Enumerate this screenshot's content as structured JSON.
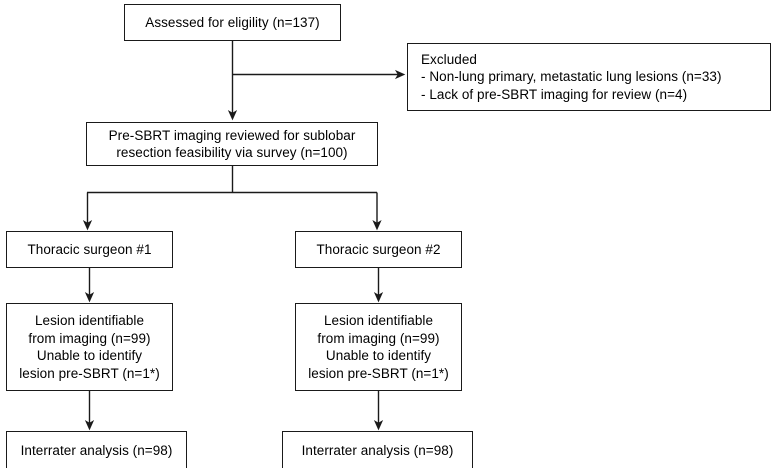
{
  "diagram": {
    "type": "flowchart",
    "orientation": "top-down",
    "stroke_color": "#1a1a1a",
    "text_color": "#000000",
    "background_color": "#ffffff"
  },
  "nodes": {
    "assessed": {
      "lines": [
        "Assessed for eligility (n=137)"
      ]
    },
    "excluded": {
      "lines": [
        "Excluded",
        "- Non-lung primary, metastatic lung lesions (n=33)",
        "- Lack of pre-SBRT imaging for review (n=4)"
      ]
    },
    "reviewed": {
      "lines": [
        "Pre-SBRT imaging reviewed for sublobar",
        "resection feasibility via survey (n=100)"
      ]
    },
    "surgeon_1": {
      "lines": [
        "Thoracic surgeon #1"
      ]
    },
    "surgeon_2": {
      "lines": [
        "Thoracic surgeon #2"
      ]
    },
    "lesion_1": {
      "lines": [
        "Lesion identifiable",
        "from imaging (n=99)",
        "Unable to identify",
        "lesion pre-SBRT (n=1*)"
      ]
    },
    "lesion_2": {
      "lines": [
        "Lesion identifiable",
        "from imaging (n=99)",
        "Unable to identify",
        "lesion pre-SBRT (n=1*)"
      ]
    },
    "interrater_1": {
      "lines": [
        "Interrater analysis (n=98)"
      ]
    },
    "interrater_2": {
      "lines": [
        "Interrater analysis (n=98)"
      ]
    }
  }
}
